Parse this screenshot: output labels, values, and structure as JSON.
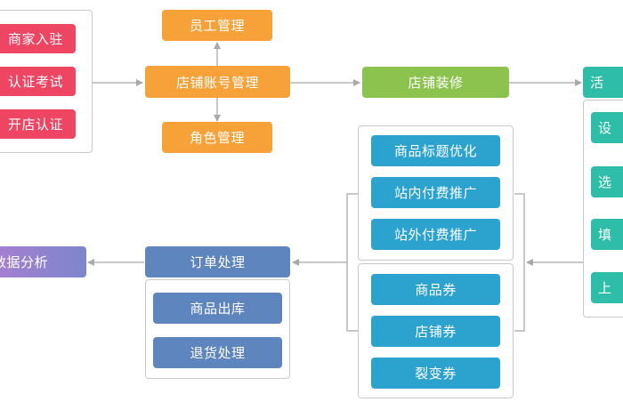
{
  "diagram": {
    "merchant_steps": [
      "商家入驻",
      "认证考试",
      "开店认证"
    ],
    "account_management": "店铺账号管理",
    "staff_management": "员工管理",
    "role_management": "角色管理",
    "store_decoration": "店铺装修",
    "right_column_header": "活",
    "right_column_items": [
      "设",
      "选",
      "填",
      "上"
    ],
    "promotion_items": [
      "商品标题优化",
      "站内付费推广",
      "站外付费推广"
    ],
    "coupon_items": [
      "商品券",
      "店铺券",
      "裂变券"
    ],
    "order_processing": "订单处理",
    "order_steps": [
      "商品出库",
      "退货处理"
    ],
    "data_analysis": "数据分析"
  },
  "colors": {
    "red": "#ee4563",
    "orange": "#f7a239",
    "green": "#8cc34f",
    "teal": "#2dbda8",
    "blue": "#2ca3cf",
    "slate": "#5f85be",
    "purple": "#9a81cf",
    "connector": "#b5b5b5"
  }
}
